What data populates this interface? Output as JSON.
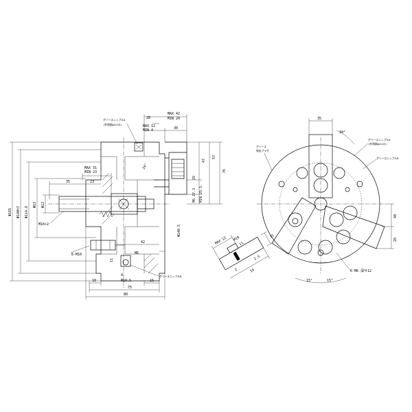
{
  "side_view": {
    "max_42": "MAX 42",
    "min_24": "MIN 24",
    "d28": "28",
    "max_12": "MAX 12",
    "min_4": "MIN 4",
    "d30": "30",
    "grease_nipple_a_top": "グリースニップルA",
    "grease_nipple_a_top_note": "(外周部φ3×45)",
    "max_31": "MAX 31",
    "min_23": "MIN 23",
    "d35": "35",
    "d23": "23",
    "d47": "47",
    "d57": "57",
    "d76": "76",
    "d29": "29",
    "d24": "24°",
    "m6_27": "M6 27.3",
    "min_25": "MIN 25.5",
    "phi165": "Φ165",
    "phi140": "Φ140h7",
    "phi114": "Φ114.8",
    "phi53": "Φ53",
    "phi12": "Φ12",
    "phi140_right": "Φ140.5",
    "m16": "M16×2",
    "d42": "42",
    "d6_m10": "6-M10",
    "m6": "M6",
    "d11": "11",
    "d4": "4",
    "m10": "M10.5",
    "grease_nipple_b": "グリースニップルB",
    "d18": "18",
    "d15": "15",
    "d75": "75",
    "d80": "80"
  },
  "front_view": {
    "d35": "35",
    "d24deg": "34°",
    "grease_plug_1": "グリース",
    "grease_plug_2": "排出プラグ",
    "grease_nipple_a": "グリースニップルA",
    "grease_nipple_a_note": "(外周部φ3×45)",
    "grease_nipple_b": "グリースニップルB",
    "d40": "40",
    "d28": "28",
    "m6_note": "6-M6 深サ12",
    "d15_left": "15°",
    "d15_right": "15°"
  },
  "jaw_detail": {
    "max_12": "MAX 12",
    "m10": "M10",
    "d11": "11",
    "d2": "2",
    "d15": "15",
    "d2_5": "2.5",
    "d19": "19"
  }
}
